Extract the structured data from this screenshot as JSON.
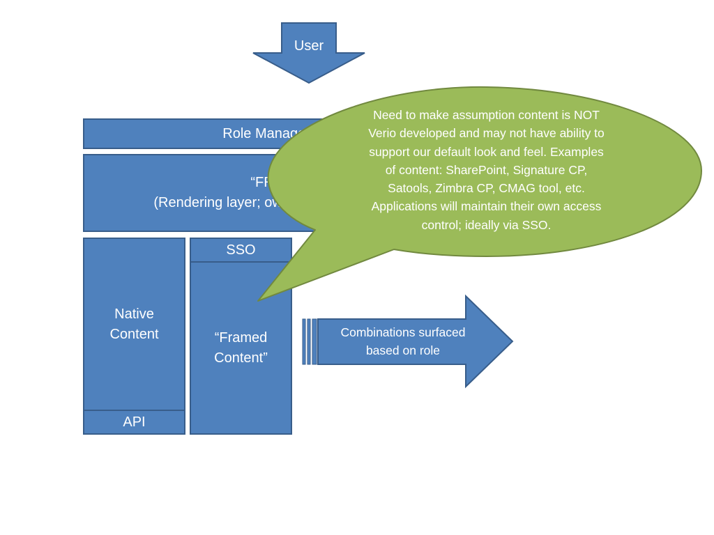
{
  "user_arrow": {
    "label": "User"
  },
  "role_bar": {
    "label": "Role Management"
  },
  "frame_layer": {
    "line1": "“FRAME”",
    "line2": "(Rendering layer; owner of look and feel)"
  },
  "native_content": {
    "label": "Native\nContent"
  },
  "api": {
    "label": "API"
  },
  "sso": {
    "label": "SSO"
  },
  "framed_content": {
    "label": "“Framed\nContent”"
  },
  "combinations_arrow": {
    "label": "Combinations surfaced\nbased on role"
  },
  "callout": {
    "text": "Need to make assumption content is NOT\nVerio developed and may not have ability to\nsupport our default look and feel.  Examples\nof content:   SharePoint, Signature CP,\nSatools, Zimbra CP, CMAG tool, etc.\nApplications will maintain their own access\ncontrol; ideally via SSO."
  },
  "colors": {
    "box_fill": "#4f81bd",
    "box_border": "#385d8a",
    "callout_fill": "#9bbb59",
    "callout_border": "#71893f",
    "text": "#ffffff"
  }
}
